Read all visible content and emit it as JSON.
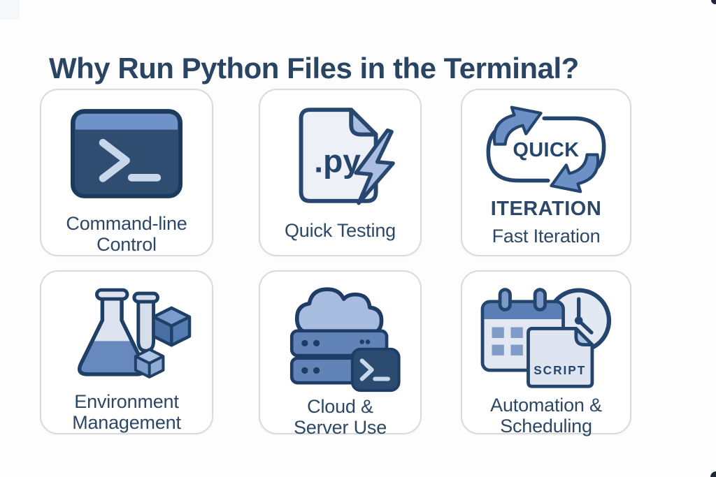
{
  "title": "Why Run Python Files in the Terminal?",
  "colors": {
    "title_text": "#2a4464",
    "label_text": "#2c4866",
    "navy_outline": "#24466e",
    "terminal_body": "#2e4d71",
    "terminal_titlebar": "#6f92c8",
    "prompt_light": "#c9d7ec",
    "file_body": "#edf1f7",
    "fold_and_bolt_blue": "#a9bee2",
    "arrow_blue": "#6d90c6",
    "flask_liquid": "#6889bd",
    "cube_dark": "#496fa5",
    "cube_light": "#7e9ccb",
    "cloud_fill": "#a7bcdf",
    "server_fill": "#6283b5",
    "badge_navy": "#2c4b70",
    "calendar_header": "#5a7fb5",
    "panel_light": "#e2e7f1",
    "card_border": "#d9dade",
    "background": "#fdfdfd"
  },
  "cards": [
    {
      "id": "command-line-control",
      "icon": "terminal-icon",
      "prompt_symbol": ">_",
      "lines": [
        "Command-line",
        "Control"
      ]
    },
    {
      "id": "quick-testing",
      "icon": "python-file-bolt-icon",
      "file_label": ".py",
      "lines": [
        "Quick Testing"
      ]
    },
    {
      "id": "fast-iteration",
      "icon": "cycle-arrows-icon",
      "icon_text": "QUICK",
      "icon_subtext": "ITERATION",
      "lines": [
        "Fast Iteration"
      ]
    },
    {
      "id": "environment-management",
      "icon": "flask-cubes-icon",
      "lines": [
        "Environment",
        "Management"
      ]
    },
    {
      "id": "cloud-server-use",
      "icon": "cloud-server-icon",
      "prompt_symbol": ">_",
      "lines": [
        "Cloud &",
        "Server Use"
      ]
    },
    {
      "id": "automation-scheduling",
      "icon": "calendar-clock-script-icon",
      "doc_label": "SCRIPT",
      "lines": [
        "Automation &",
        "Scheduling"
      ]
    }
  ]
}
